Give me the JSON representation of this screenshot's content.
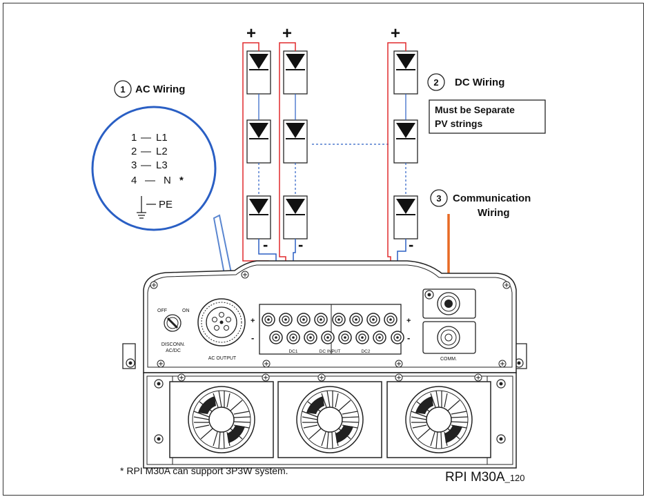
{
  "callouts": {
    "ac": {
      "number": "1",
      "label": "AC Wiring"
    },
    "dc": {
      "number": "2",
      "label": "DC Wiring",
      "note_line1": "Must be Separate",
      "note_line2": "PV strings"
    },
    "comm": {
      "number": "3",
      "label_line1": "Communication",
      "label_line2": "Wiring"
    }
  },
  "ac_pinout": {
    "pins": [
      {
        "num": "1",
        "name": "L1",
        "mark": ""
      },
      {
        "num": "2",
        "name": "L2",
        "mark": ""
      },
      {
        "num": "3",
        "name": "L3",
        "mark": ""
      },
      {
        "num": "4",
        "name": "N",
        "mark": "*"
      }
    ],
    "pe": "PE",
    "dash": "—"
  },
  "pv": {
    "plus": "+",
    "minus": "-"
  },
  "inverter": {
    "off": "OFF",
    "on": "ON",
    "disconn1": "DISCONN.",
    "disconn2": "AC/DC",
    "ac_output": "AC OUTPUT",
    "dc1": "DC1",
    "dc_input": "DC INPUT",
    "dc2": "DC2",
    "comm": "COMM.",
    "plus": "+",
    "minus": "-"
  },
  "footnote": "* RPI M30A can support 3P3W system.",
  "model": {
    "name": "RPI M30A",
    "suffix": "_120"
  },
  "colors": {
    "positive_wire": "#e0292b",
    "negative_wire": "#2a5fc4",
    "comm_cable": "#e86a24",
    "outline": "#222222"
  }
}
